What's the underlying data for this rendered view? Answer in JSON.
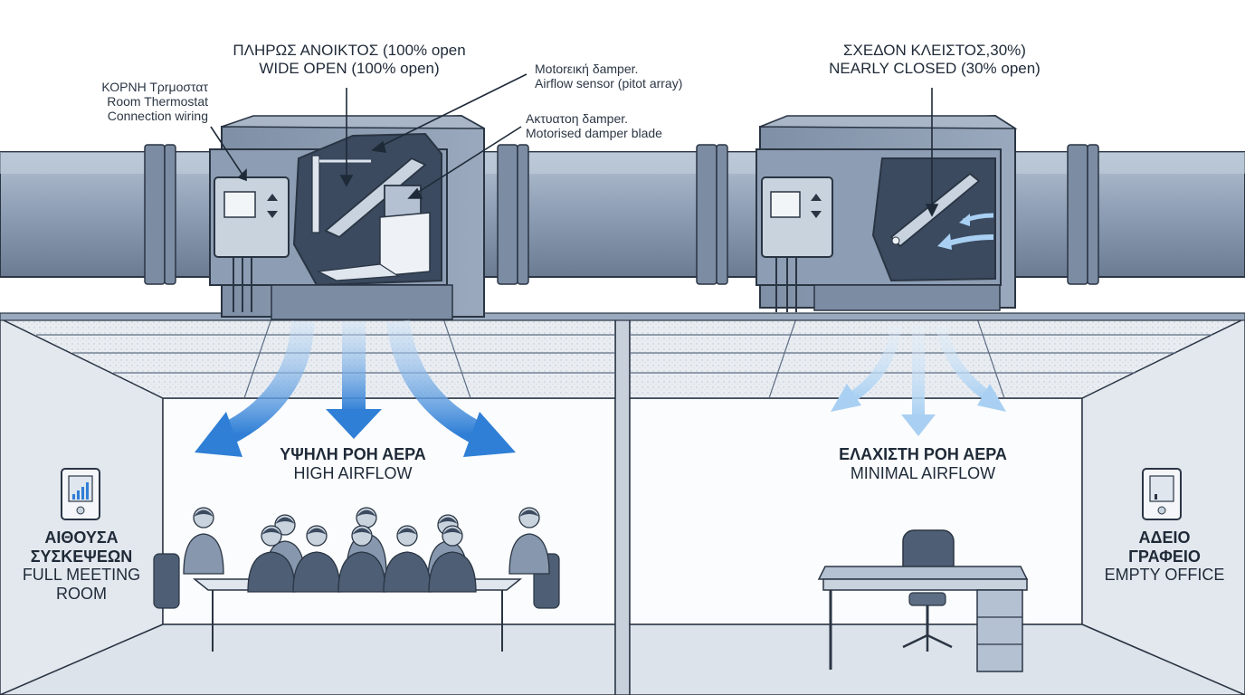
{
  "open_state": {
    "title_greek": "ΠΛΗΡΩΣ ΑΝΟΙΚΤΟΣ (100% open",
    "title_english": "WIDE OPEN (100% open)",
    "airflow_greek": "ΥΨΗΛΗ ΡΟΗ ΑΕΡΑ",
    "airflow_english": "HIGH AIRFLOW",
    "room_greek_1": "ΑΙΘΟΥΣΑ",
    "room_greek_2": "ΣΥΣΚΕΨΕΩΝ",
    "room_english_1": "FULL MEETING",
    "room_english_2": "ROOM"
  },
  "closed_state": {
    "title_greek": "ΣΧΕΔΟΝ ΚΛΕΙΣΤΟΣ,30%)",
    "title_english": "NEARLY CLOSED (30% open)",
    "airflow_greek": "ΕΛΑΧΙΣΤΗ ΡΟΗ ΑΕΡΑ",
    "airflow_english": "MINIMAL AIRFLOW",
    "room_greek_1": "ΑΔΕΙΟ",
    "room_greek_2": "ΓΡΑΦΕΙΟ",
    "room_english": "EMPTY OFFICE"
  },
  "callouts": {
    "thermostat_1": "ΚΟΡΝΗ Τρrμοστατ",
    "thermostat_2": "Room Thermostat",
    "thermostat_3": "Connection wiring",
    "sensor_1": "Motorεική δamper.",
    "sensor_2": "Airflow sensor (pitot array)",
    "blade_1": "Ακτυατοη δamper.",
    "blade_2": "Motorised damper blade"
  },
  "colors": {
    "duct": "#8d9db3",
    "duct_dark": "#5d6d83",
    "outline": "#2a3544",
    "airflow_strong": "#2f7fd6",
    "airflow_weak": "#a9d0f2",
    "wall": "#eef1f5",
    "furniture": "#6f7f95"
  },
  "people_count": 10
}
